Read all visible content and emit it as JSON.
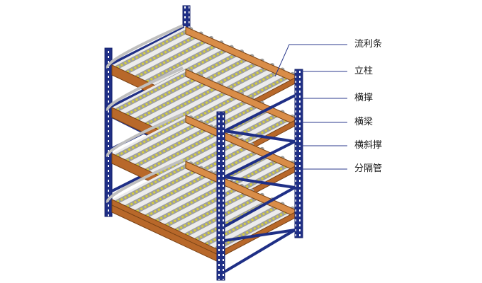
{
  "diagram": {
    "callouts": [
      {
        "id": "flow-rail",
        "label": "流利条"
      },
      {
        "id": "upright",
        "label": "立柱"
      },
      {
        "id": "cross-brace",
        "label": "横撑"
      },
      {
        "id": "beam",
        "label": "横梁"
      },
      {
        "id": "diagonal-brace",
        "label": "横斜撑"
      },
      {
        "id": "divider-tube",
        "label": "分隔管"
      }
    ],
    "colors": {
      "upright": "#1f2f86",
      "beam": "#b8682a",
      "beam_top": "#d98d48",
      "roller_rail": "#bfbfbf",
      "roller_wheel": "#d6cf3a",
      "leader_line": "#2b3a8c"
    }
  }
}
